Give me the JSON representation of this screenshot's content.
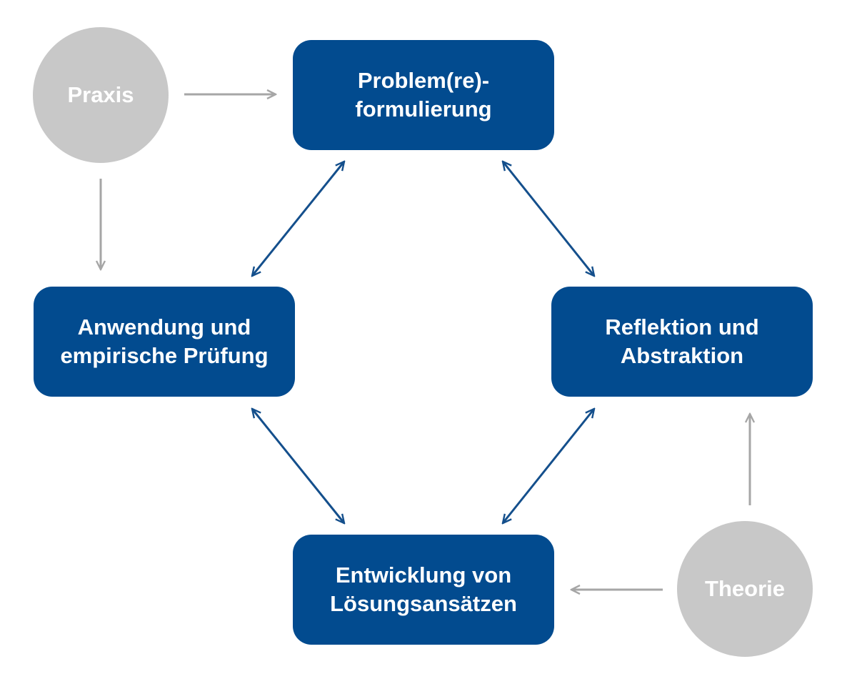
{
  "colors": {
    "box": "#024b8f",
    "cycle_arrow": "#144f8c",
    "input_arrow": "#a6a6a6",
    "circle": "#c8c8c8"
  },
  "boxes": {
    "top": {
      "line1": "Problem(re)-",
      "line2": "formulierung"
    },
    "left": {
      "line1": "Anwendung und",
      "line2": "empirische Prüfung"
    },
    "right": {
      "line1": "Reflektion und",
      "line2": "Abstraktion"
    },
    "bottom": {
      "line1": "Entwicklung von",
      "line2": "Lösungsansätzen"
    }
  },
  "circles": {
    "praxis": "Praxis",
    "theorie": "Theorie"
  }
}
